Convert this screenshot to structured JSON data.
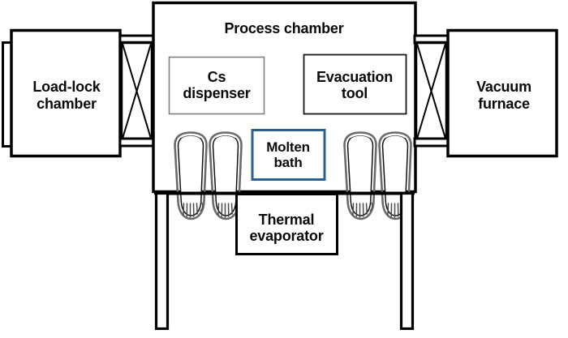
{
  "figure": {
    "type": "schematic-diagram",
    "subject": "Glovebox process chamber with load-lock and vacuum furnace",
    "background_color": "#ffffff",
    "line_color": "#000000",
    "accent_color": "#2e5f93",
    "box_border_gray": "#808080"
  },
  "chambers": {
    "load_lock": {
      "label": "Load-lock\nchamber",
      "name": "load-lock-chamber"
    },
    "process": {
      "label": "Process chamber",
      "name": "process-chamber"
    },
    "vacuum_furnace": {
      "label": "Vacuum\nfurnace",
      "name": "vacuum-furnace"
    }
  },
  "valves": [
    {
      "name": "left-gate-valve",
      "symbol": "X"
    },
    {
      "name": "right-gate-valve",
      "symbol": "X"
    }
  ],
  "internal_equipment": [
    {
      "name": "cs-dispenser",
      "label": "Cs\ndispenser",
      "border_color": "#808080"
    },
    {
      "name": "evacuation-tool",
      "label": "Evacuation\ntool",
      "border_color": "#000000"
    },
    {
      "name": "molten-bath",
      "label": "Molten\nbath",
      "border_color": "#2e5f93"
    },
    {
      "name": "thermal-evaporator",
      "label": "Thermal\nevaporator",
      "border_color": "#000000"
    }
  ],
  "glove_ports": {
    "count": 4,
    "groups": [
      {
        "name": "left-glove-pair",
        "gloves": 2
      },
      {
        "name": "right-glove-pair",
        "gloves": 2
      }
    ]
  },
  "support": {
    "name": "chamber-stand",
    "legs": 2
  }
}
